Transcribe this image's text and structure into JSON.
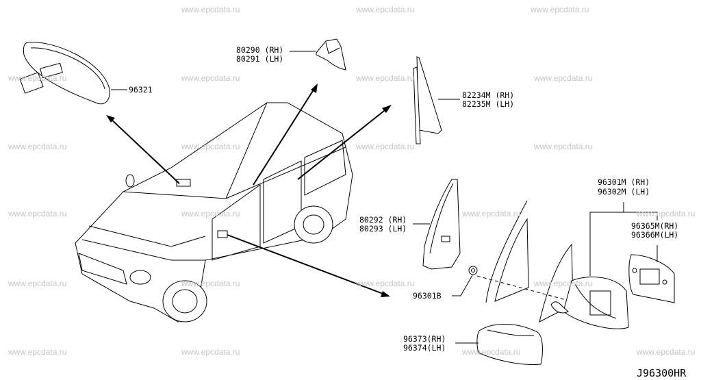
{
  "watermark": "www.epcdata.ru",
  "diagram_code": "J96300HR",
  "parts": {
    "inner_mirror": {
      "num": "96321"
    },
    "corner_cover_upper": {
      "rh": "80290 (RH)",
      "lh": "80291 (LH)"
    },
    "sash_cover": {
      "rh": "82234M (RH)",
      "lh": "82235M (LH)"
    },
    "corner_finisher": {
      "rh": "80292 (RH)",
      "lh": "80293 (LH)"
    },
    "door_mirror": {
      "rh": "96301M (RH)",
      "lh": "96302M (LH)"
    },
    "mirror_glass": {
      "rh": "96365M(RH)",
      "lh": "96366M(LH)"
    },
    "nut": {
      "num": "96301B"
    },
    "mirror_cover": {
      "rh": "96373(RH)",
      "lh": "96374(LH)"
    }
  }
}
